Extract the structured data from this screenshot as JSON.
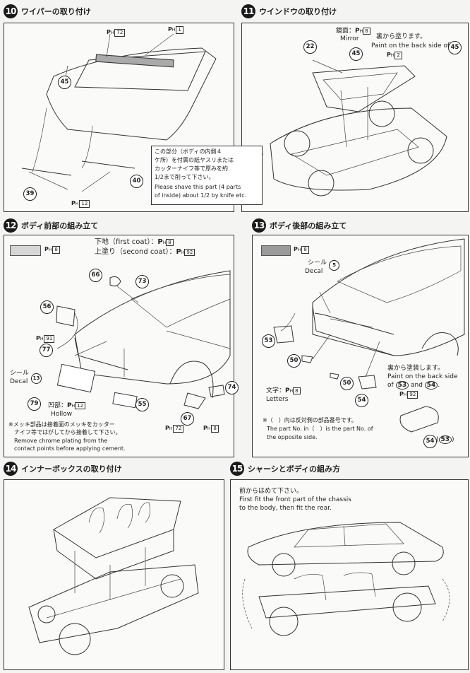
{
  "steps": [
    {
      "num": "10",
      "title": "ワイパーの取り付け"
    },
    {
      "num": "11",
      "title": "ウインドウの取り付け"
    },
    {
      "num": "12",
      "title": "ボディ前部の組み立て"
    },
    {
      "num": "13",
      "title": "ボディ後部の組み立て"
    },
    {
      "num": "14",
      "title": "インナーボックスの取り付け"
    },
    {
      "num": "15",
      "title": "シャーシとボディの組み方"
    }
  ],
  "paint_prefix": "P",
  "paint_sub": "H",
  "step10": {
    "parts": [
      "45",
      "39",
      "40"
    ],
    "paint1": "72",
    "paint2": "1",
    "paint3": "12"
  },
  "step11": {
    "mirror_jp": "鏡面：",
    "mirror_code": "8",
    "mirror_en": "Mirror",
    "backside_jp": "裏から塗ります。",
    "backside_en": "Paint on the back side of",
    "backside_part": "45",
    "paint_body": "2",
    "parts": [
      "22",
      "45"
    ],
    "shave_jp1": "この部分（ボディの内側４",
    "shave_jp2": "ケ所）を付属の紙ヤスリまたは",
    "shave_jp3": "カッターナイフ等で厚みを約",
    "shave_jp4": "1/2まで削って下さい。",
    "shave_en1": "Please shave this part (4 parts",
    "shave_en2": "of inside) about 1/2 by knife etc."
  },
  "step12": {
    "swatch_color": "#d6d6d6",
    "swatch_code": "8",
    "first_coat_jp": "下地（first coat）：",
    "first_coat_code": "8",
    "second_coat_jp": "上塗り（second coat）：",
    "second_coat_code": "92",
    "parts": [
      "66",
      "73",
      "56",
      "77",
      "79",
      "55",
      "74",
      "67"
    ],
    "paint_77": "91",
    "decal_jp": "シール",
    "decal_en": "Decal",
    "decal_no": "13",
    "hollow_jp": "凹部：",
    "hollow_code": "12",
    "hollow_en": "Hollow",
    "paint_67a": "72",
    "paint_67b": "8",
    "chrome_jp1": "※メッキ部品は接着面のメッキをカッター",
    "chrome_jp2": "ナイフ等ではがしてから接着して下さい。",
    "chrome_en1": "Remove chrome plating from the",
    "chrome_en2": "contact points before applying cement."
  },
  "step13": {
    "swatch_color": "#9a9a9a",
    "swatch_code": "8",
    "decal_jp": "シール",
    "decal_en": "Decal",
    "decal_no": "5",
    "parts": [
      "53",
      "50",
      "50",
      "54"
    ],
    "letters_jp": "文字：",
    "letters_code": "8",
    "letters_en": "Letters",
    "paint_back_jp": "裏から塗装します。",
    "paint_back_en1": "Paint on the back side",
    "paint_back_en2a": "of",
    "paint_back_p1": "53",
    "paint_back_and": "and",
    "paint_back_p2": "54",
    "paint_back_code": "92",
    "note_jp": "※（　）内は反対側の部品番号です。",
    "note_en1": "The part No. in（　）is the part No. of",
    "note_en2": "the opposite side.",
    "tail_part": "54",
    "tail_opp": "53"
  },
  "step15": {
    "line_jp": "前からはめて下さい。",
    "line_en1": "First fit the front part of the chassis",
    "line_en2": "to the body, then fit the rear."
  }
}
